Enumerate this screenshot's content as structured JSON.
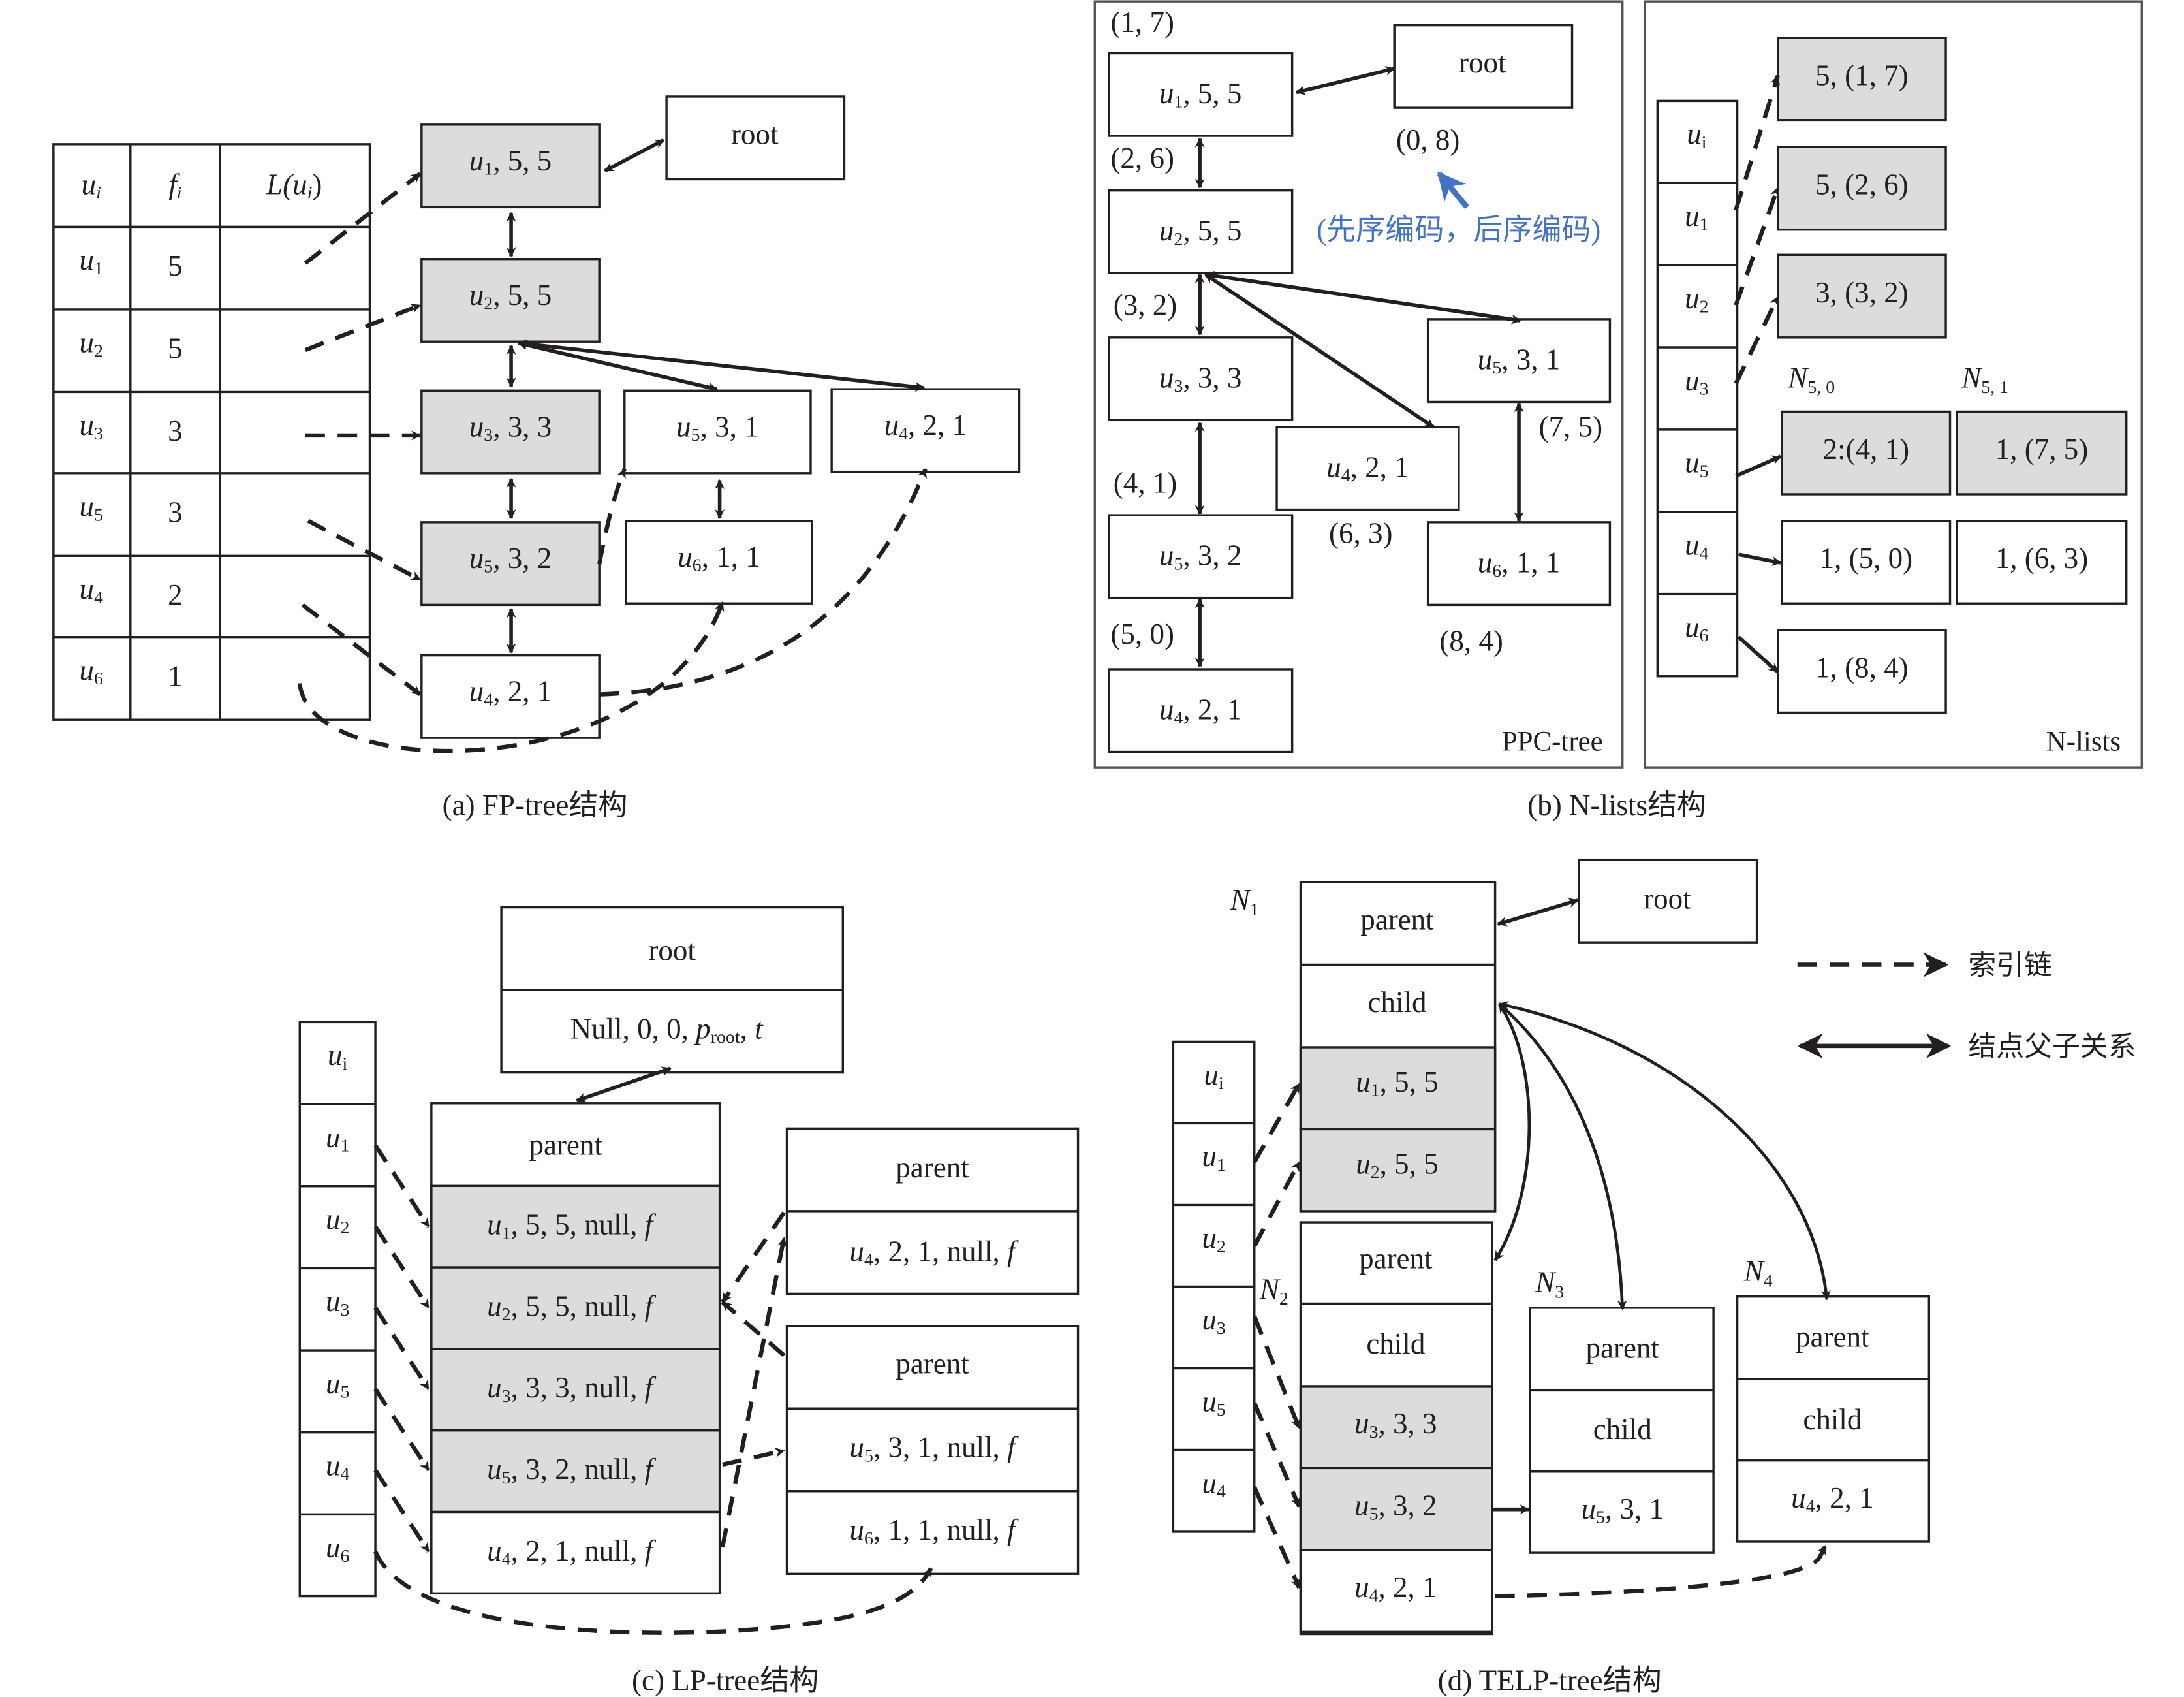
{
  "panels": {
    "a": {
      "caption": "(a)  FP-tree结构",
      "table_headers": [
        "u",
        "f",
        "L(u"
      ],
      "header_sub": "i",
      "rows": [
        {
          "item": "u",
          "sub": "1",
          "freq": "5"
        },
        {
          "item": "u",
          "sub": "2",
          "freq": "5"
        },
        {
          "item": "u",
          "sub": "3",
          "freq": "3"
        },
        {
          "item": "u",
          "sub": "5",
          "freq": "3"
        },
        {
          "item": "u",
          "sub": "4",
          "freq": "2"
        },
        {
          "item": "u",
          "sub": "6",
          "freq": "1"
        }
      ],
      "root": "root",
      "nodes": [
        {
          "sub": "1",
          "rest": ", 5, 5",
          "shaded": true
        },
        {
          "sub": "2",
          "rest": ", 5, 5",
          "shaded": true
        },
        {
          "sub": "3",
          "rest": ", 3, 3",
          "shaded": true
        },
        {
          "sub": "5",
          "rest": ", 3, 2",
          "shaded": true
        },
        {
          "sub": "4",
          "rest": ", 2, 1",
          "shaded": false
        },
        {
          "sub": "5",
          "rest": ", 3, 1",
          "shaded": false
        },
        {
          "sub": "6",
          "rest": ", 1, 1",
          "shaded": false
        },
        {
          "sub": "4",
          "rest": ", 2, 1",
          "shaded": false
        }
      ]
    },
    "b": {
      "caption": "(b)  N-lists结构",
      "ppc": {
        "label": "PPC-tree",
        "root": "root",
        "root_code": "(0, 8)",
        "annotation": "(先序编码，后序编码)",
        "annotation_color": "#4472c4",
        "nodes": [
          {
            "sub": "1",
            "rest": ", 5, 5",
            "code": "(1, 7)"
          },
          {
            "sub": "2",
            "rest": ", 5, 5",
            "code": "(2, 6)"
          },
          {
            "sub": "3",
            "rest": ", 3, 3",
            "code": "(3, 2)"
          },
          {
            "sub": "5",
            "rest": ", 3, 2",
            "code": "(4, 1)"
          },
          {
            "sub": "4",
            "rest": ", 2, 1",
            "code": "(5, 0)"
          },
          {
            "sub": "4",
            "rest": ", 2, 1",
            "code": "(6, 3)"
          },
          {
            "sub": "5",
            "rest": ", 3, 1",
            "code": "(7, 5)"
          },
          {
            "sub": "6",
            "rest": ", 1, 1",
            "code": "(8, 4)"
          }
        ]
      },
      "nlists": {
        "label": "N-lists",
        "items": [
          {
            "item": "u",
            "sub": "i"
          },
          {
            "item": "u",
            "sub": "1"
          },
          {
            "item": "u",
            "sub": "2"
          },
          {
            "item": "u",
            "sub": "3"
          },
          {
            "item": "u",
            "sub": "5"
          },
          {
            "item": "u",
            "sub": "4"
          },
          {
            "item": "u",
            "sub": "6"
          }
        ],
        "n50": {
          "main": "N",
          "sub": "5, 0"
        },
        "n51": {
          "main": "N",
          "sub": "5, 1"
        },
        "entries": [
          {
            "text": "5, (1, 7)",
            "shaded": true
          },
          {
            "text": "5, (2, 6)",
            "shaded": true
          },
          {
            "text": "3, (3, 2)",
            "shaded": true
          },
          {
            "text": "2:(4, 1)",
            "shaded": true
          },
          {
            "text": "1, (7, 5)",
            "shaded": true
          },
          {
            "text": "1, (5, 0)",
            "shaded": false
          },
          {
            "text": "1, (6, 3)",
            "shaded": false
          },
          {
            "text": "1, (8, 4)",
            "shaded": false
          }
        ]
      }
    },
    "c": {
      "caption": "(c)  LP-tree结构",
      "root": "root",
      "root_fields": {
        "prefix": "Null, 0, 0, ",
        "p": "p",
        "p_sub": "root",
        "suffix": ", ",
        "t": "t"
      },
      "items": [
        {
          "sub": "i"
        },
        {
          "sub": "1"
        },
        {
          "sub": "2"
        },
        {
          "sub": "3"
        },
        {
          "sub": "5"
        },
        {
          "sub": "4"
        },
        {
          "sub": "6"
        }
      ],
      "parent_label": "parent",
      "main_nodes": [
        {
          "sub": "1",
          "rest": ", 5, 5, null, ",
          "shaded": true
        },
        {
          "sub": "2",
          "rest": ", 5, 5, null, ",
          "shaded": true
        },
        {
          "sub": "3",
          "rest": ", 3, 3, null, ",
          "shaded": true
        },
        {
          "sub": "5",
          "rest": ", 3, 2, null, ",
          "shaded": true
        },
        {
          "sub": "4",
          "rest": ", 2, 1, null, ",
          "shaded": false
        }
      ],
      "right_top": [
        {
          "sub": "4",
          "rest": ", 2, 1, null, "
        }
      ],
      "right_bottom": [
        {
          "sub": "5",
          "rest": ", 3, 1, null, "
        },
        {
          "sub": "6",
          "rest": ", 1, 1, null, "
        }
      ],
      "f": "f"
    },
    "d": {
      "caption": "(d)  TELP-tree结构",
      "root": "root",
      "parent_label": "parent",
      "child_label": "child",
      "node_labels": [
        {
          "main": "N",
          "sub": "1"
        },
        {
          "main": "N",
          "sub": "2"
        },
        {
          "main": "N",
          "sub": "3"
        },
        {
          "main": "N",
          "sub": "4"
        }
      ],
      "items": [
        {
          "sub": "i"
        },
        {
          "sub": "1"
        },
        {
          "sub": "2"
        },
        {
          "sub": "3"
        },
        {
          "sub": "5"
        },
        {
          "sub": "4"
        }
      ],
      "n1_rows": [
        {
          "sub": "1",
          "rest": ", 5, 5"
        },
        {
          "sub": "2",
          "rest": ", 5, 5"
        }
      ],
      "n2_rows": [
        {
          "sub": "3",
          "rest": ", 3, 3",
          "shaded": true
        },
        {
          "sub": "5",
          "rest": ", 3, 2",
          "shaded": true
        },
        {
          "sub": "4",
          "rest": ", 2, 1",
          "shaded": false
        }
      ],
      "n3_row": {
        "sub": "5",
        "rest": ", 3, 1"
      },
      "n4_row": {
        "sub": "4",
        "rest": ", 2, 1"
      },
      "legend": {
        "dashed": "索引链",
        "solid": "结点父子关系"
      }
    }
  },
  "colors": {
    "shade": "#dcdcdc",
    "ink": "#231f20",
    "annotation": "#4472c4"
  }
}
